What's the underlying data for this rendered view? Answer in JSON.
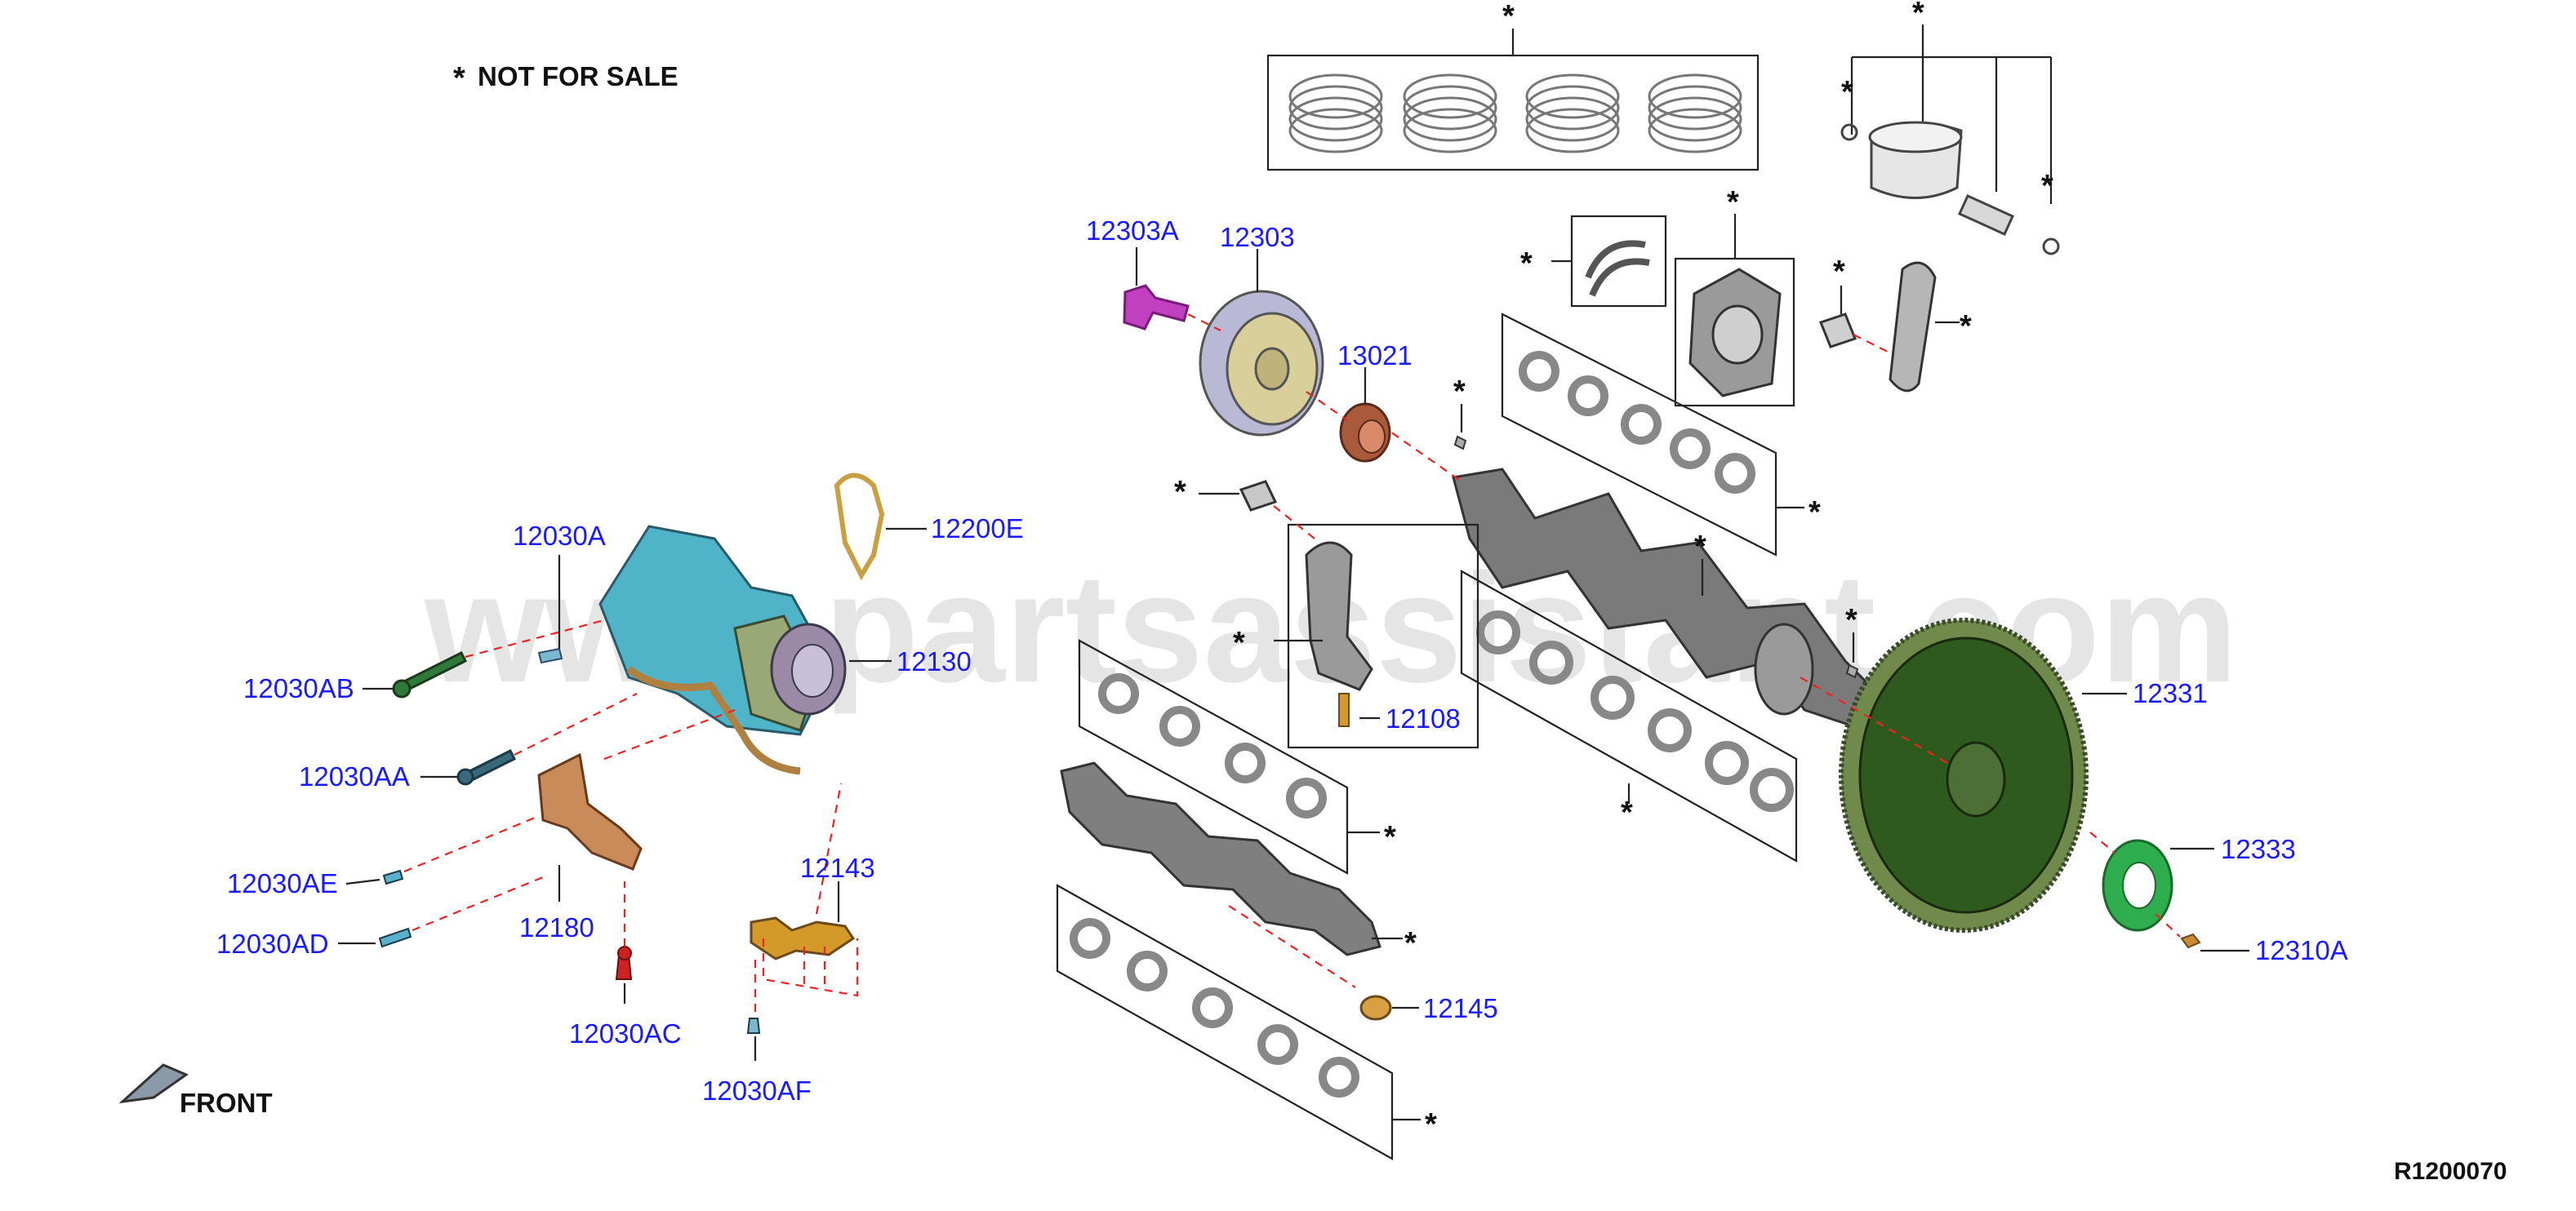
{
  "header": {
    "asterisk": "*",
    "not_for_sale": "NOT FOR SALE"
  },
  "watermark": "www.partsassistant.com",
  "front_label": "FRONT",
  "reference_code": "R1200070",
  "colors": {
    "callout_text": "#1a1aff",
    "leader_line": "#222222",
    "dashed_alignment": "#ee2222",
    "oil_pump_body": "#4fb4c8",
    "flywheel": "#2f5a1e",
    "gasket": "#2fae4f",
    "pulley": "#d9cf9a",
    "bolt_magenta": "#c040c0",
    "bracket_copper": "#c98b5a",
    "gold_part": "#d39a2a"
  },
  "callouts": {
    "c12303A": "12303A",
    "c12303": "12303",
    "c13021": "13021",
    "c12200E": "12200E",
    "c12030A": "12030A",
    "c12030AB": "12030AB",
    "c12130": "12130",
    "c12030AA": "12030AA",
    "c12030AE": "12030AE",
    "c12030AD": "12030AD",
    "c12180": "12180",
    "c12030AC": "12030AC",
    "c12143": "12143",
    "c12030AF": "12030AF",
    "c12108": "12108",
    "c12145": "12145",
    "c12331": "12331",
    "c12333": "12333",
    "c12310A": "12310A"
  }
}
